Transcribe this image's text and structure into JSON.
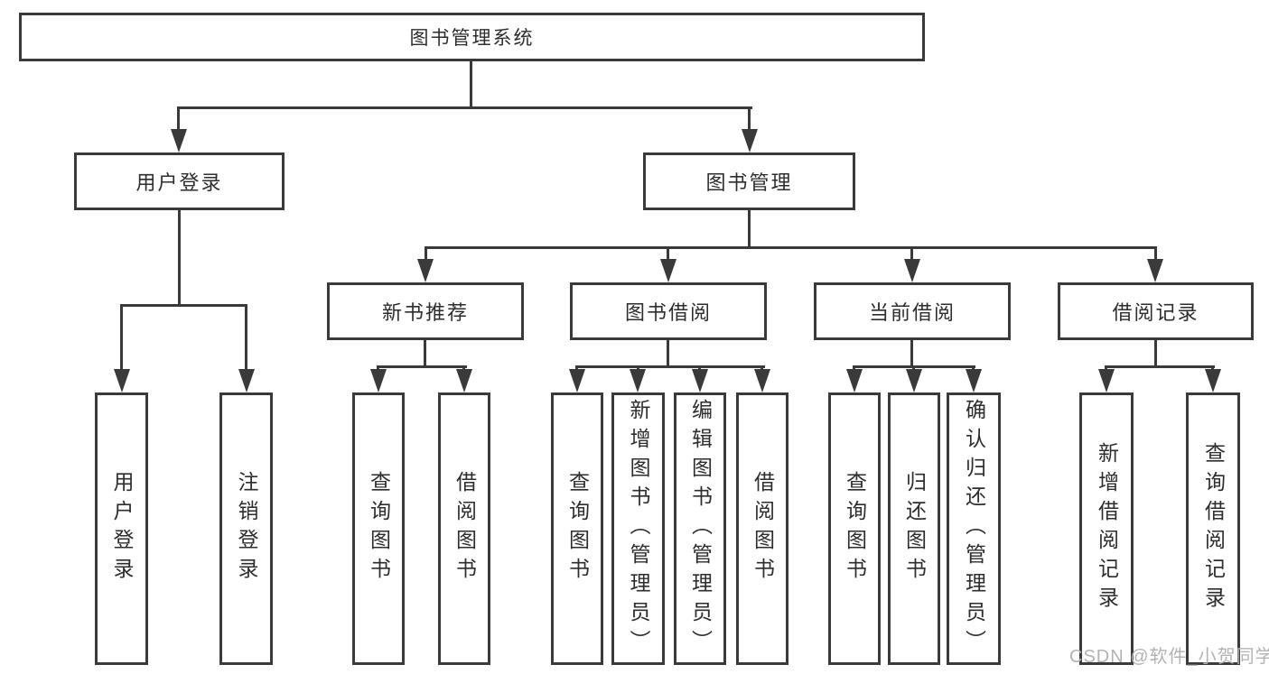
{
  "diagram": {
    "root": {
      "label": "图书管理系统"
    },
    "level2": [
      {
        "label": "用户登录"
      },
      {
        "label": "图书管理"
      }
    ],
    "level3": [
      {
        "label": "新书推荐"
      },
      {
        "label": "图书借阅"
      },
      {
        "label": "当前借阅"
      },
      {
        "label": "借阅记录"
      }
    ],
    "leaves": {
      "user_login": [
        {
          "label": "用户登录"
        },
        {
          "label": "注销登录"
        }
      ],
      "new_books": [
        {
          "label": "查询图书"
        },
        {
          "label": "借阅图书"
        }
      ],
      "book_borrow": [
        {
          "label": "查询图书"
        },
        {
          "label": "新增图书（管理员）"
        },
        {
          "label": "编辑图书（管理员）"
        },
        {
          "label": "借阅图书"
        }
      ],
      "current_borrow": [
        {
          "label": "查询图书"
        },
        {
          "label": "归还图书"
        },
        {
          "label": "确认归还（管理员）"
        }
      ],
      "borrow_records": [
        {
          "label": "新增借阅记录"
        },
        {
          "label": "查询借阅记录"
        }
      ]
    }
  },
  "watermark": {
    "text": "CSDN @软件_小贺同学"
  },
  "colors": {
    "line": "#3a3a3a",
    "text": "#2d2d2d",
    "background": "#ffffff",
    "watermark": "#b3b3b3"
  }
}
